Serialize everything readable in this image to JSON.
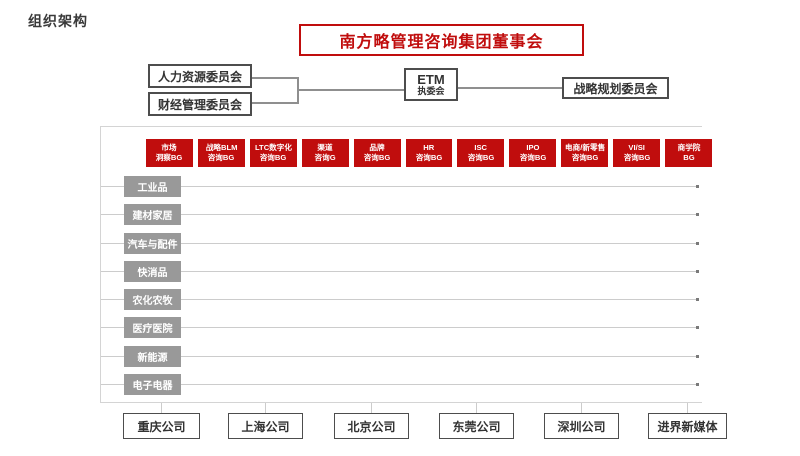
{
  "page": {
    "title": "组织架构"
  },
  "board": {
    "title": "南方略管理咨询集团董事会"
  },
  "committees": {
    "hr": "人力资源委员会",
    "finance": "财经管理委员会",
    "etm_line1": "ETM",
    "etm_line2": "执委会",
    "strategy": "战略规划委员会"
  },
  "matrix": {
    "business_groups": [
      {
        "line1": "市场",
        "line2": "洞察BG"
      },
      {
        "line1": "战略BLM",
        "line2": "咨询BG"
      },
      {
        "line1": "LTC数字化",
        "line2": "咨询BG"
      },
      {
        "line1": "渠道",
        "line2": "咨询G"
      },
      {
        "line1": "品牌",
        "line2": "咨询BG"
      },
      {
        "line1": "HR",
        "line2": "咨询BG"
      },
      {
        "line1": "ISC",
        "line2": "咨询BG"
      },
      {
        "line1": "IPO",
        "line2": "咨询BG"
      },
      {
        "line1": "电商/新零售",
        "line2": "咨询BG"
      },
      {
        "line1": "VI/SI",
        "line2": "咨询BG"
      },
      {
        "line1": "商学院",
        "line2": "BG"
      }
    ],
    "industries": [
      "工业品",
      "建材家居",
      "汽车与配件",
      "快消品",
      "农化农牧",
      "医疗医院",
      "新能源",
      "电子电器"
    ]
  },
  "companies": [
    "重庆公司",
    "上海公司",
    "北京公司",
    "东莞公司",
    "深圳公司",
    "进界新媒体"
  ],
  "colors": {
    "accent_red": "#c00d0d",
    "row_gray": "#999999",
    "line_gray": "#cccccc",
    "box_border": "#4d4d4d"
  }
}
